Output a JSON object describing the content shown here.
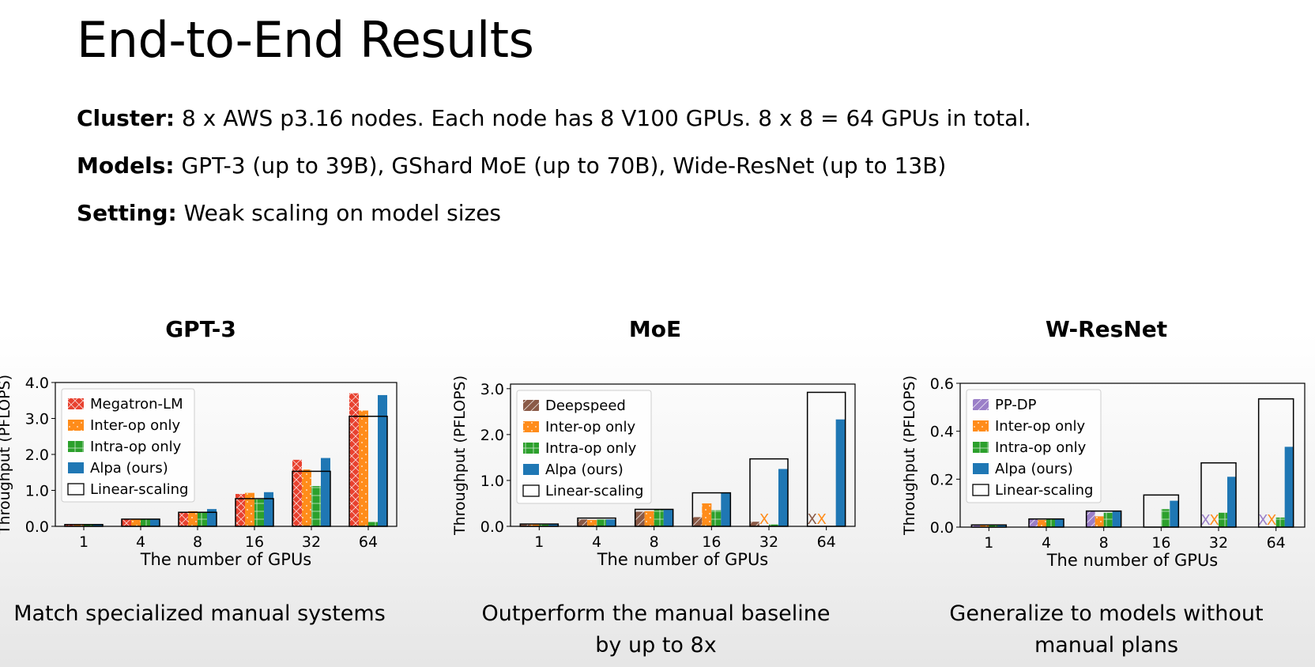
{
  "title": "End-to-End Results",
  "bullets": [
    {
      "label": "Cluster:",
      "text": " 8 x AWS p3.16 nodes. Each node has 8 V100 GPUs. 8 x 8 = 64 GPUs in total."
    },
    {
      "label": "Models:",
      "text": " GPT-3 (up to 39B), GShard MoE (up to 70B), Wide-ResNet (up to 13B)"
    },
    {
      "label": "Setting:",
      "text": " Weak scaling on model sizes"
    }
  ],
  "colors": {
    "megatron": "#e8412f",
    "deepspeed": "#8a5a47",
    "ppdp": "#9b7fc8",
    "inter_op": "#ff8c1a",
    "intra_op": "#2ca02c",
    "alpa": "#1f77b4",
    "linear": "#000000"
  },
  "captions": [
    [
      "Match specialized manual systems"
    ],
    [
      "Outperform the manual baseline",
      "by up to 8x"
    ],
    [
      "Generalize to models without",
      "manual plans"
    ]
  ],
  "chart_data": [
    {
      "type": "bar",
      "title": "GPT-3",
      "xlabel": "The number of GPUs",
      "ylabel": "Throughput (PFLOPS)",
      "categories": [
        "1",
        "4",
        "8",
        "16",
        "32",
        "64"
      ],
      "ylim": [
        0,
        4.0
      ],
      "yticks": [
        0.0,
        1.0,
        2.0,
        3.0,
        4.0
      ],
      "ytick_labels": [
        "0.0",
        "1.0",
        "2.0",
        "3.0",
        "4.0"
      ],
      "legend_position": "top-left",
      "series": [
        {
          "name": "Megatron-LM",
          "key": "megatron",
          "values": [
            0.05,
            0.2,
            0.38,
            0.9,
            1.85,
            3.7
          ]
        },
        {
          "name": "Inter-op only",
          "key": "inter_op",
          "values": [
            0.05,
            0.2,
            0.42,
            0.93,
            1.58,
            3.22
          ]
        },
        {
          "name": "Intra-op only",
          "key": "intra_op",
          "values": [
            0.05,
            0.2,
            0.38,
            0.75,
            1.12,
            0.12
          ]
        },
        {
          "name": "Alpa (ours)",
          "key": "alpa",
          "values": [
            0.05,
            0.2,
            0.48,
            0.95,
            1.9,
            3.65
          ]
        }
      ],
      "linear_scaling": {
        "name": "Linear-scaling",
        "values": [
          0.05,
          0.2,
          0.39,
          0.77,
          1.53,
          3.06
        ]
      },
      "failed_markers": []
    },
    {
      "type": "bar",
      "title": "MoE",
      "xlabel": "The number of GPUs",
      "ylabel": "Throughput (PFLOPS)",
      "categories": [
        "1",
        "4",
        "8",
        "16",
        "32",
        "64"
      ],
      "ylim": [
        0,
        3.1
      ],
      "yticks": [
        0.0,
        1.0,
        2.0,
        3.0
      ],
      "ytick_labels": [
        "0.0",
        "1.0",
        "2.0",
        "3.0"
      ],
      "legend_position": "top-left",
      "series": [
        {
          "name": "Deepspeed",
          "key": "deepspeed",
          "values": [
            0.04,
            0.15,
            0.32,
            0.2,
            0.1,
            null
          ]
        },
        {
          "name": "Inter-op only",
          "key": "inter_op",
          "values": [
            0.04,
            0.14,
            0.33,
            0.5,
            null,
            null
          ]
        },
        {
          "name": "Intra-op only",
          "key": "intra_op",
          "values": [
            0.04,
            0.15,
            0.36,
            0.35,
            0.04,
            0.0
          ]
        },
        {
          "name": "Alpa (ours)",
          "key": "alpa",
          "values": [
            0.05,
            0.15,
            0.36,
            0.74,
            1.25,
            2.33
          ]
        }
      ],
      "linear_scaling": {
        "name": "Linear-scaling",
        "values": [
          0.05,
          0.18,
          0.37,
          0.73,
          1.47,
          2.92
        ]
      },
      "failed_markers": [
        {
          "category": "32",
          "series": "Inter-op only",
          "symbol": "X"
        },
        {
          "category": "64",
          "series": "Deepspeed",
          "symbol": "X"
        },
        {
          "category": "64",
          "series": "Inter-op only",
          "symbol": "X"
        }
      ]
    },
    {
      "type": "bar",
      "title": "W-ResNet",
      "xlabel": "The number of GPUs",
      "ylabel": "Throughput (PFLOPS)",
      "categories": [
        "1",
        "4",
        "8",
        "16",
        "32",
        "64"
      ],
      "ylim": [
        0,
        0.6
      ],
      "yticks": [
        0.0,
        0.2,
        0.4,
        0.6
      ],
      "ytick_labels": [
        "0.0",
        "0.2",
        "0.4",
        "0.6"
      ],
      "legend_position": "top-left",
      "series": [
        {
          "name": "PP-DP",
          "key": "ppdp",
          "values": [
            0.008,
            0.033,
            0.065,
            null,
            null,
            null
          ]
        },
        {
          "name": "Inter-op only",
          "key": "inter_op",
          "values": [
            0.008,
            0.03,
            0.045,
            null,
            null,
            null
          ]
        },
        {
          "name": "Intra-op only",
          "key": "intra_op",
          "values": [
            0.008,
            0.034,
            0.06,
            0.075,
            0.06,
            0.04
          ]
        },
        {
          "name": "Alpa (ours)",
          "key": "alpa",
          "values": [
            0.009,
            0.034,
            0.065,
            0.11,
            0.21,
            0.335
          ]
        }
      ],
      "linear_scaling": {
        "name": "Linear-scaling",
        "values": [
          0.009,
          0.034,
          0.067,
          0.134,
          0.268,
          0.535
        ]
      },
      "failed_markers": [
        {
          "category": "32",
          "series": "PP-DP",
          "symbol": "X"
        },
        {
          "category": "32",
          "series": "Inter-op only",
          "symbol": "X"
        },
        {
          "category": "64",
          "series": "PP-DP",
          "symbol": "X"
        },
        {
          "category": "64",
          "series": "Inter-op only",
          "symbol": "X"
        }
      ]
    }
  ]
}
